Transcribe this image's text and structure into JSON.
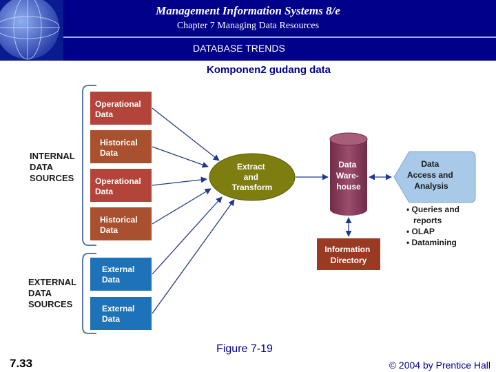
{
  "header": {
    "title": "Management Information Systems 8/e",
    "chapter": "Chapter 7 Managing Data Resources",
    "section": "DATABASE TRENDS"
  },
  "subtitle": "Komponen2 gudang data",
  "diagram": {
    "internal_label": [
      "INTERNAL",
      "DATA",
      "SOURCES"
    ],
    "external_label": [
      "EXTERNAL",
      "DATA",
      "SOURCES"
    ],
    "sources": [
      [
        "Operational",
        "Data"
      ],
      [
        "Historical",
        "Data"
      ],
      [
        "Operational",
        "Data"
      ],
      [
        "Historical",
        "Data"
      ],
      [
        "External",
        "Data"
      ],
      [
        "External",
        "Data"
      ]
    ],
    "extract": [
      "Extract",
      "and",
      "Transform"
    ],
    "warehouse": [
      "Data",
      "Ware-",
      "house"
    ],
    "directory": [
      "Information",
      "Directory"
    ],
    "access": [
      "Data",
      "Access and",
      "Analysis"
    ],
    "access_items": [
      "• Queries and",
      "reports",
      "• OLAP",
      "• Datamining"
    ]
  },
  "colors": {
    "header_bg": "#00008b",
    "operational": "#b2443a",
    "historical": "#a9502e",
    "external": "#1e72b8",
    "extract": "#7d7d10",
    "warehouse": "#8a3d5c",
    "directory": "#9a3a22",
    "access": "#a8c9e8"
  },
  "caption": "Figure 7-19",
  "page_number": "7.33",
  "copyright": "© 2004 by Prentice Hall"
}
